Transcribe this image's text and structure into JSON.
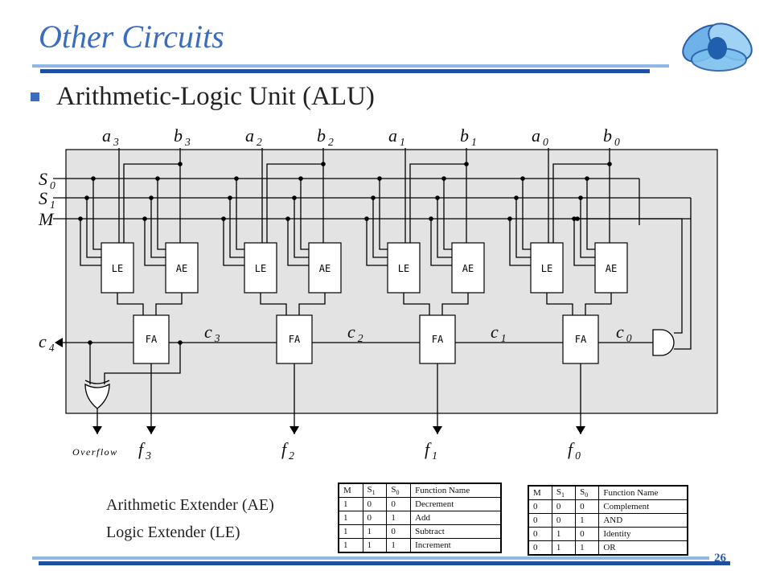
{
  "slide": {
    "title": "Other Circuits",
    "heading": "Arithmetic-Logic Unit (ALU)",
    "page_number": "26",
    "ae_label": "Arithmetic Extender (AE)",
    "le_label": "Logic Extender (LE)"
  },
  "diagram": {
    "inputs_top": [
      {
        "base": "a",
        "sub": "3"
      },
      {
        "base": "b",
        "sub": "3"
      },
      {
        "base": "a",
        "sub": "2"
      },
      {
        "base": "b",
        "sub": "2"
      },
      {
        "base": "a",
        "sub": "1"
      },
      {
        "base": "b",
        "sub": "1"
      },
      {
        "base": "a",
        "sub": "0"
      },
      {
        "base": "b",
        "sub": "0"
      }
    ],
    "control_lines": [
      {
        "base": "S",
        "sub": "0"
      },
      {
        "base": "S",
        "sub": "1"
      },
      {
        "base": "M",
        "sub": ""
      }
    ],
    "le_label": "LE",
    "ae_label": "AE",
    "fa_label": "FA",
    "carries": [
      {
        "base": "c",
        "sub": "4"
      },
      {
        "base": "c",
        "sub": "3"
      },
      {
        "base": "c",
        "sub": "2"
      },
      {
        "base": "c",
        "sub": "1"
      },
      {
        "base": "c",
        "sub": "0"
      }
    ],
    "outputs": [
      {
        "base": "f",
        "sub": "3"
      },
      {
        "base": "f",
        "sub": "2"
      },
      {
        "base": "f",
        "sub": "1"
      },
      {
        "base": "f",
        "sub": "0"
      }
    ],
    "overflow_label": "Overflow",
    "colors": {
      "panel": "#e3e3e3",
      "wire": "#000000",
      "block": "#ffffff"
    }
  },
  "ae_table": {
    "headers": [
      {
        "base": "M",
        "sub": ""
      },
      {
        "base": "S",
        "sub": "1"
      },
      {
        "base": "S",
        "sub": "0"
      },
      {
        "base": "Function Name",
        "sub": ""
      }
    ],
    "rows": [
      [
        "1",
        "0",
        "0",
        "Decrement"
      ],
      [
        "1",
        "0",
        "1",
        "Add"
      ],
      [
        "1",
        "1",
        "0",
        "Subtract"
      ],
      [
        "1",
        "1",
        "1",
        "Increment"
      ]
    ]
  },
  "le_table": {
    "headers": [
      {
        "base": "M",
        "sub": ""
      },
      {
        "base": "S",
        "sub": "1"
      },
      {
        "base": "S",
        "sub": "0"
      },
      {
        "base": "Function Name",
        "sub": ""
      }
    ],
    "rows": [
      [
        "0",
        "0",
        "0",
        "Complement"
      ],
      [
        "0",
        "0",
        "1",
        "AND"
      ],
      [
        "0",
        "1",
        "0",
        "Identity"
      ],
      [
        "0",
        "1",
        "1",
        "OR"
      ]
    ]
  },
  "logo": {
    "colors": [
      "#3b8fd9",
      "#8cc8f0",
      "#1f5fae"
    ]
  }
}
